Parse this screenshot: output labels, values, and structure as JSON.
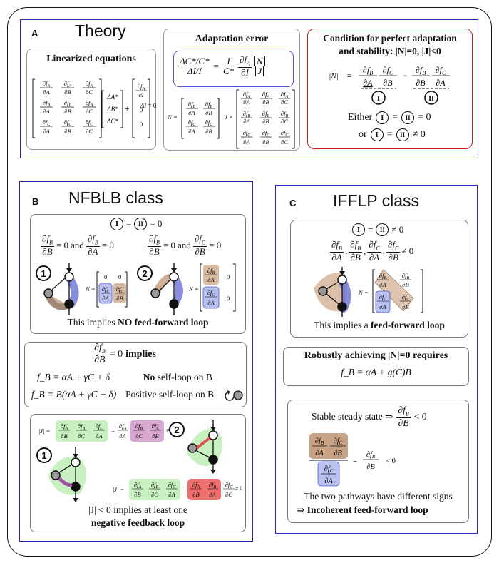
{
  "panel_a": {
    "letter": "A",
    "title": "Theory",
    "linearized": {
      "heading": "Linearized equations",
      "jac_entries": [
        "∂f_A/∂A",
        "∂f_A/∂B",
        "∂f_A/∂C",
        "∂f_B/∂A",
        "∂f_B/∂B",
        "∂f_B/∂C",
        "∂f_C/∂A",
        "∂f_C/∂B",
        "∂f_C/∂C"
      ],
      "vector": [
        "ΔA*",
        "ΔB*",
        "ΔC*"
      ],
      "input_vec": [
        "∂f_A/∂I",
        "0",
        "0"
      ],
      "tail": "ΔI = 0"
    },
    "adaptation": {
      "heading": "Adaptation error",
      "lhs": "ΔC*/C*",
      "lhs_den": "ΔI/I",
      "rhs": "= I/C* · ∂f_A/∂I · |N|/|J|",
      "n_label": "N =",
      "j_label": "J ="
    },
    "condition": {
      "heading": "Condition for perfect adaptation",
      "heading2": "and stability:  |N|=0, |J|<0",
      "n_abs": "|N| =",
      "either_word": "Either",
      "either_tail": "= 0",
      "or_word": "or",
      "or_tail": "≠ 0",
      "circle1": "I",
      "circle2": "II"
    }
  },
  "panel_b": {
    "letter": "B",
    "title": "NFBLB class",
    "top": {
      "cond": "= 0",
      "and": "and",
      "eq0": "= 0",
      "badge1": "1",
      "badge2": "2",
      "implies": "This implies",
      "implies_bold": "NO feed-forward loop",
      "n_label": "N ="
    },
    "mid": {
      "implies": "implies",
      "eq0": "= 0",
      "line1_eq": "f_B = αA + γC + δ",
      "line1_text_bold": "No",
      "line1_text": "self-loop on B",
      "line2_eq": "f_B = B(αA + γC + δ)",
      "line2_text": "Positive self-loop on B"
    },
    "bottom": {
      "jabs": "|J| =",
      "ne0": "≠ 0",
      "badge1": "1",
      "badge2": "2",
      "conclusion": "|J| < 0 implies at least one",
      "conclusion_bold": "negative feedback loop"
    }
  },
  "panel_c": {
    "letter": "C",
    "title": "IFFLP class",
    "top": {
      "ne0": "≠ 0",
      "implies": "This implies a",
      "implies_bold": "feed-forward loop",
      "n_label": "N ="
    },
    "robust": {
      "heading": "Robustly achieving |N|=0 requires",
      "eq": "f_B = αA + g(C)B"
    },
    "stable": {
      "line1": "Stable steady state  ⇒",
      "lt0": "< 0",
      "eq": "=",
      "line3": "The two pathways have different signs",
      "line4": "⇒ Incoherent feed-forward loop"
    }
  },
  "colors": {
    "blue_frame": "#2828b0",
    "red_frame": "#c81e1e",
    "gray_frame": "#999999",
    "tan": "#d9b9a0",
    "lightblue": "#b9c1f0",
    "green": "#c8f0c0",
    "purple": "#d8a8d0",
    "salmon": "#f07070"
  }
}
